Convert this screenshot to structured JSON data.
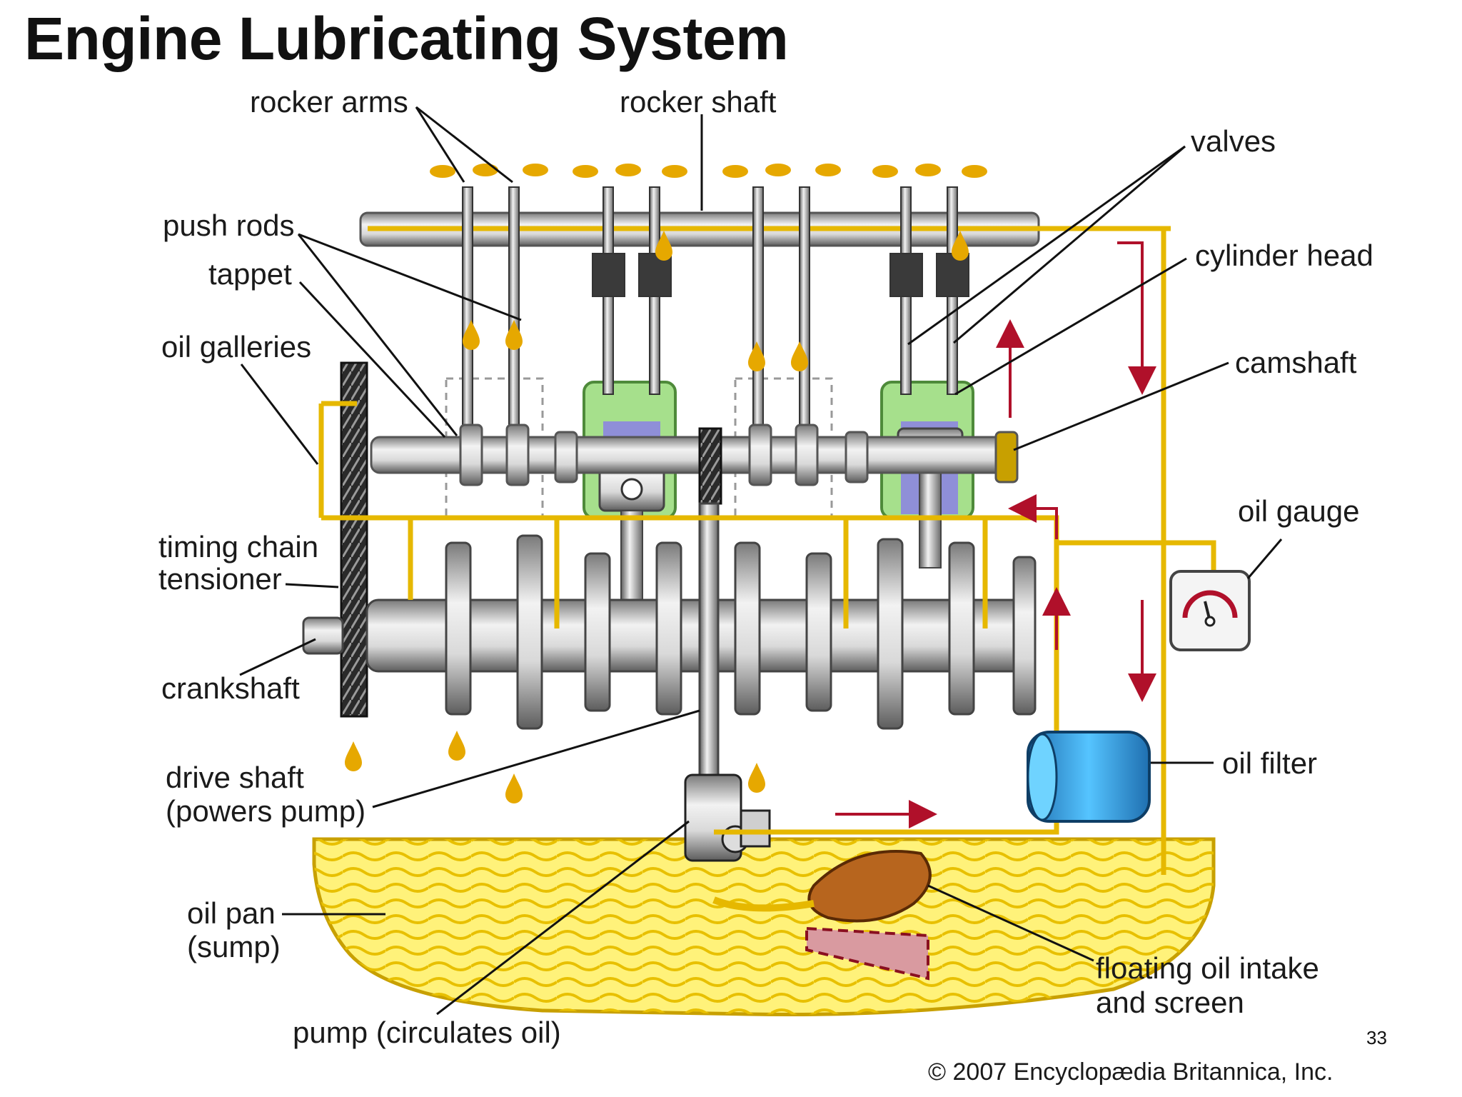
{
  "title": "Engine Lubricating System",
  "labels": {
    "rocker_arms": "rocker arms",
    "rocker_shaft": "rocker shaft",
    "valves": "valves",
    "push_rods": "push rods",
    "cylinder_head": "cylinder head",
    "tappet": "tappet",
    "oil_galleries": "oil galleries",
    "camshaft": "camshaft",
    "oil_gauge": "oil gauge",
    "timing_chain_1": "timing chain",
    "timing_chain_2": "tensioner",
    "crankshaft": "crankshaft",
    "oil_filter": "oil filter",
    "drive_shaft_1": "drive shaft",
    "drive_shaft_2": "(powers pump)",
    "oil_pan_1": "oil pan",
    "oil_pan_2": "(sump)",
    "intake_1": "floating oil intake",
    "intake_2": "and screen",
    "pump": "pump (circulates oil)"
  },
  "page_number": "33",
  "copyright": "© 2007 Encyclopædia Britannica, Inc.",
  "colors": {
    "oil": "#e6b800",
    "oil_pan_fill": "#fff27a",
    "flow_arrow": "#b0102a",
    "filter": "#2f9fe0",
    "head_green": "#a6e08c",
    "metal": "#b8b8b8"
  }
}
